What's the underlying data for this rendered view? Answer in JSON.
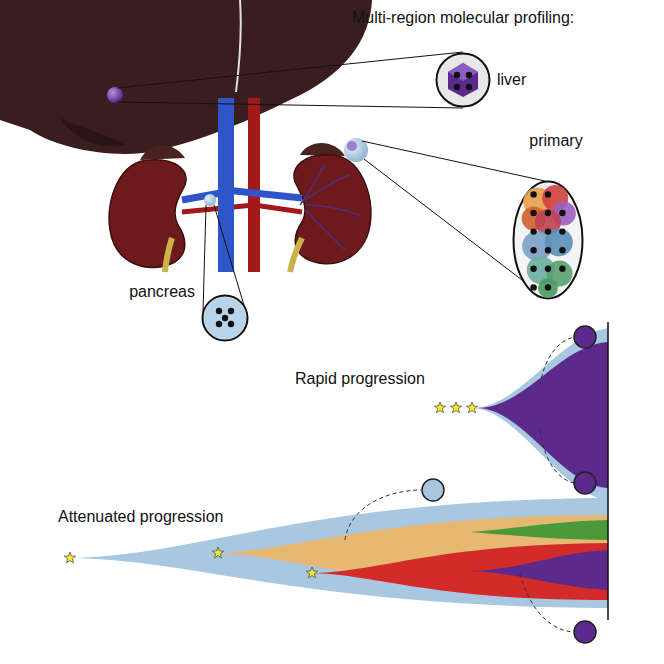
{
  "diagram": {
    "title": "Multi-region molecular profiling:",
    "nodes": [
      {
        "text": [
          "liver"
        ]
      },
      {
        "text": [
          "primary"
        ]
      },
      {
        "text": [
          "pancreas"
        ]
      }
    ],
    "labels": [
      "Rapid progression",
      "Attenuated progression"
    ]
  }
}
